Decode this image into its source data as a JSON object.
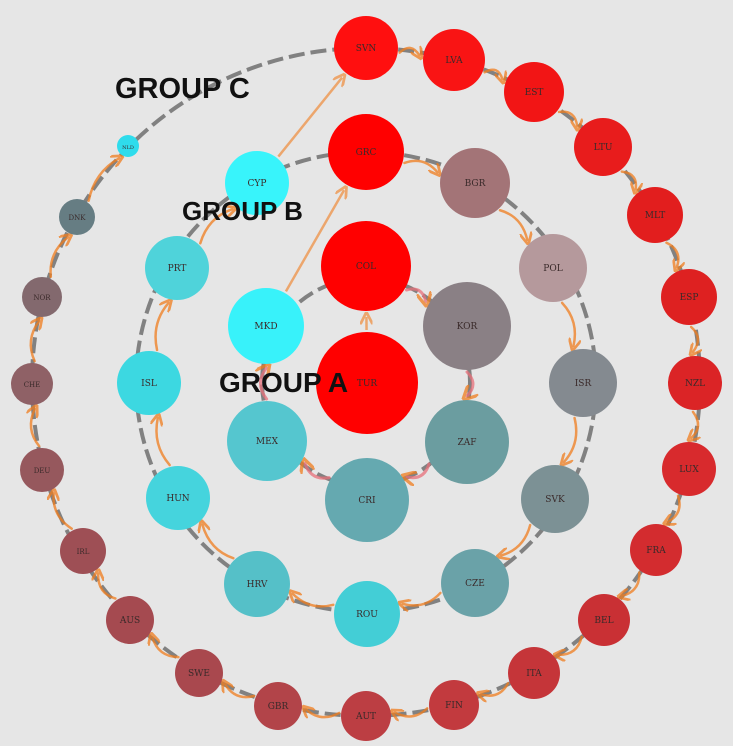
{
  "groups": {
    "a_label": "GROUP A",
    "b_label": "GROUP B",
    "c_label": "GROUP C"
  },
  "colors": {
    "background": "#e6e6e6",
    "ring": "#6e6e6e",
    "arrow": "#f07d1e",
    "arrow_inner": "#e8707a",
    "red": "#ff0000",
    "cyan": "#33e6ee"
  },
  "nodes": {
    "center": [
      {
        "code": "TUR",
        "color": "#ff0000"
      }
    ],
    "group_a": [
      {
        "code": "COL",
        "color": "#ff0000"
      },
      {
        "code": "KOR",
        "color": "#8a8085"
      },
      {
        "code": "ZAF",
        "color": "#6b9da0"
      },
      {
        "code": "CRI",
        "color": "#65a9b0"
      },
      {
        "code": "MEX",
        "color": "#55c6cf"
      },
      {
        "code": "MKD",
        "color": "#38f2fa"
      }
    ],
    "group_b": [
      {
        "code": "GRC",
        "color": "#ff0000"
      },
      {
        "code": "BGR",
        "color": "#a37477"
      },
      {
        "code": "POL",
        "color": "#b5999c"
      },
      {
        "code": "ISR",
        "color": "#848a90"
      },
      {
        "code": "SVK",
        "color": "#7c9195"
      },
      {
        "code": "CZE",
        "color": "#6aa2a8"
      },
      {
        "code": "ROU",
        "color": "#43ced6"
      },
      {
        "code": "HRV",
        "color": "#55c0c8"
      },
      {
        "code": "HUN",
        "color": "#45d4dd"
      },
      {
        "code": "ISL",
        "color": "#3cd8e1"
      },
      {
        "code": "PRT",
        "color": "#4fd3da"
      },
      {
        "code": "CYP",
        "color": "#38f4fb"
      }
    ],
    "group_c": [
      {
        "code": "SVN",
        "color": "#ff0f0f"
      },
      {
        "code": "LVA",
        "color": "#f91414"
      },
      {
        "code": "EST",
        "color": "#f21515"
      },
      {
        "code": "LTU",
        "color": "#e81c1c"
      },
      {
        "code": "MLT",
        "color": "#e21e1e"
      },
      {
        "code": "ESP",
        "color": "#de2121"
      },
      {
        "code": "NZL",
        "color": "#db2426"
      },
      {
        "code": "LUX",
        "color": "#d82a2d"
      },
      {
        "code": "FRA",
        "color": "#d32c2f"
      },
      {
        "code": "BEL",
        "color": "#c93034"
      },
      {
        "code": "ITA",
        "color": "#c53539"
      },
      {
        "code": "FIN",
        "color": "#c23a3e"
      },
      {
        "code": "AUT",
        "color": "#bc3e43"
      },
      {
        "code": "GBR",
        "color": "#b24449"
      },
      {
        "code": "SWE",
        "color": "#a9484e"
      },
      {
        "code": "AUS",
        "color": "#a54a50"
      },
      {
        "code": "IRL",
        "color": "#9e4f55"
      },
      {
        "code": "DEU",
        "color": "#96585d"
      },
      {
        "code": "CHE",
        "color": "#8f6166"
      },
      {
        "code": "NOR",
        "color": "#83696e"
      },
      {
        "code": "DNK",
        "color": "#667d83"
      },
      {
        "code": "NLD",
        "color": "#2fdcec"
      }
    ]
  }
}
